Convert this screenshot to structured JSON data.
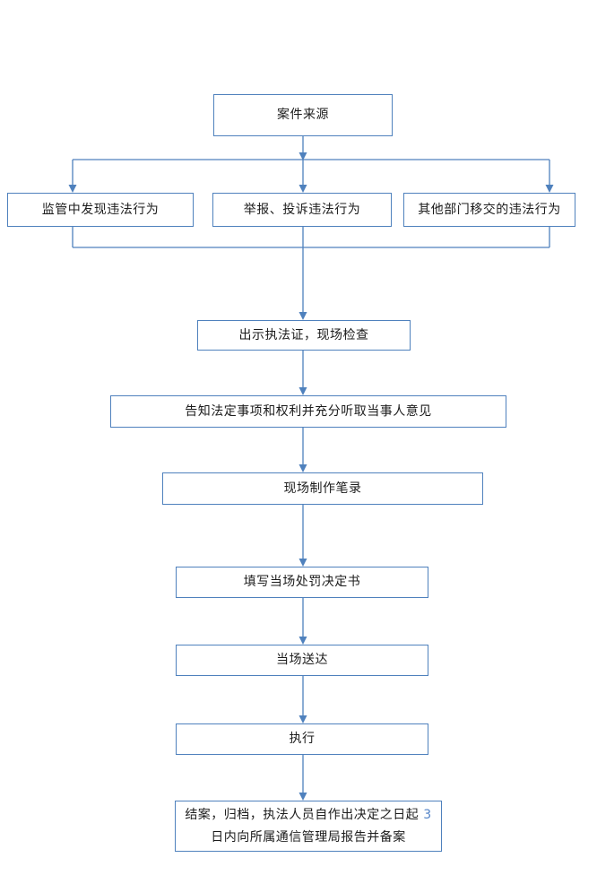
{
  "diagram": {
    "type": "flowchart",
    "accent_color": "#4f81bd",
    "number_highlight_color": "#5585c8",
    "nodes": {
      "source": {
        "label": "案件来源"
      },
      "supervision": {
        "label": "监管中发现违法行为"
      },
      "report": {
        "label": "举报、投诉违法行为"
      },
      "transfer": {
        "label": "其他部门移交的违法行为"
      },
      "inspection": {
        "label": "出示执法证，现场检查"
      },
      "inform": {
        "label": "告知法定事项和权利并充分听取当事人意见"
      },
      "record": {
        "label": "现场制作笔录"
      },
      "decision": {
        "label": "填写当场处罚决定书"
      },
      "deliver": {
        "label": "当场送达"
      },
      "execute": {
        "label": "执行"
      },
      "close": {
        "line1_prefix": "结案，归档，执法人员自作出决定之日起 ",
        "line1_number": "3",
        "line2": "日内向所属通信管理局报告并备案"
      }
    },
    "edges": [
      {
        "from": "source",
        "to": "supervision"
      },
      {
        "from": "source",
        "to": "report"
      },
      {
        "from": "source",
        "to": "transfer"
      },
      {
        "from": "supervision",
        "to": "inspection"
      },
      {
        "from": "report",
        "to": "inspection"
      },
      {
        "from": "transfer",
        "to": "inspection"
      },
      {
        "from": "inspection",
        "to": "inform"
      },
      {
        "from": "inform",
        "to": "record"
      },
      {
        "from": "record",
        "to": "decision"
      },
      {
        "from": "decision",
        "to": "deliver"
      },
      {
        "from": "deliver",
        "to": "execute"
      },
      {
        "from": "execute",
        "to": "close"
      }
    ]
  }
}
